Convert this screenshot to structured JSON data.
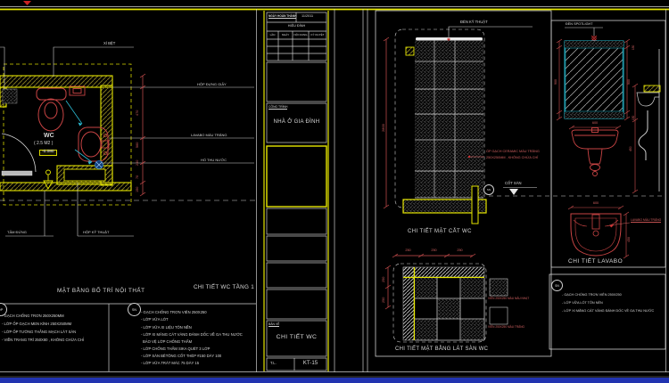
{
  "colors": {
    "line_yellow": "#e6e600",
    "line_red": "#c94444",
    "line_cyan": "#2bbcd4",
    "line_white": "#d9d9d9",
    "footer_blue": "#2133b0"
  },
  "drawing": {
    "plan": {
      "title": "MẶT BẰNG BỐ TRÍ NỘI THẤT",
      "room_name": "WC",
      "room_area": "( 2.5 M2 )",
      "room_level": "-0.080",
      "label_toilet": "XÍ BỆT",
      "label_paper_box": "HỘP ĐỰNG GIẤY",
      "label_lavabo": "LAVABO MÀU TRẮNG",
      "label_drain": "HỐ THU NƯỚC",
      "label_panel": "TẤM ĐỨNG",
      "label_tech_box": "HỘP KỸ THUẬT",
      "dim_values": [
        "470",
        "560",
        "240",
        "70",
        "150"
      ]
    },
    "wall_notes": {
      "marker": "ỐP",
      "lines": [
        "- GẠCH CHỐNG TRƠN 250X250MM",
        "- LỚP ỐP GẠCH MEN KÍNH 250X250MM",
        "- LỚP ỐP TƯỜNG THẲNG MẠCH LÁT SÀN",
        "- VIỀN TRANG TRÍ 250X80 , KHÔNG CHỪA CHỈ"
      ]
    },
    "floor_notes": {
      "marker": "SN",
      "lines": [
        "- GẠCH CHỐNG TRƠN VIÊN 250X250",
        "- LỚP VỮA LÓT",
        "- LỚP VỮA XI LIỆU TÔN NỀN",
        "- LỚP XI MĂNG CÁT VÀNG ĐÁNH DỐC VỀ GA THU NƯỚC",
        "  BẢO VỆ LỚP CHỐNG THẤM",
        "- LỚP CHỐNG THẤM SIKA QUÉT 3 LỚP",
        "- LỚP SÀN BÊTÔNG CỐT THÉP #150 DÀY 100",
        "- LỚP VỮA TRÁT MÁC 75 DÀY 15"
      ]
    },
    "title_block": {
      "date_label": "NGÀY HOÀN THÀNH",
      "date_value": "11/2011",
      "revision_label": "HIỆU ĐÍNH",
      "rev_col_1": "LẦN",
      "rev_col_2": "NGÀY",
      "rev_col_3": "NỘI DUNG",
      "rev_col_4": "KÝ DUYỆT",
      "project_label": "CÔNG TRÌNH",
      "project_name": "NHÀ Ở GIA ĐÌNH",
      "drawing_label": "BẢN VẼ",
      "drawing_name": "CHI TIẾT WC",
      "scale_label": "T.L.",
      "sheet_number": "KT-15",
      "sheet_title": "CHI TIẾT WC TẦNG 1"
    },
    "section_detail": {
      "title": "CHI TIẾT MẶT CẮT WC",
      "ceiling_label": "ĐÈN KỸ THUẬT",
      "tile_note_1": "ỐP GẠCH CERAMIC MÀU TRẮNG",
      "tile_note_2": "250X250MM , KHÔNG CHỪA CHỈ",
      "level_label": "CỐT SÀN",
      "height_dim": "2800",
      "marker": "SN"
    },
    "floor_detail": {
      "title": "CHI TIẾT MẶT BẰNG LÁT SÀN WC",
      "dim_top_1": "250",
      "dim_top_2": "250",
      "dim_top_3": "250",
      "dim_left_1": "250",
      "dim_left_2": "250",
      "legend_dark": "VIÊN 250X250 MÀU NÂU NHẠT",
      "legend_light": "VIÊN 250X250 MÀU TRẮNG"
    },
    "lavabo_detail": {
      "title": "CHI TIẾT LAVABO",
      "spotlight_label": "ĐÈN SPOTLIGHT",
      "lavabo_label": "LAVABO MÀU TRẮNG",
      "mirror_dim_left": "900",
      "mirror_dim_right": "900",
      "mirror_dim_top": "150",
      "mirror_dim_bottom": "150",
      "front_width_dim": "600",
      "top_width_dim": "600",
      "top_depth_dim": "450",
      "side_dim": "450"
    },
    "lavabo_notes": {
      "marker": "SN",
      "lines": [
        "- GẠCH CHỐNG TRƠN VIÊN 250X250",
        "- LỚP VỮA LÓT TÔN NỀN",
        "- LỚP XI MĂNG CÁT VÀNG ĐÁNH DỐC VỀ GA THU NƯỚC"
      ]
    }
  }
}
